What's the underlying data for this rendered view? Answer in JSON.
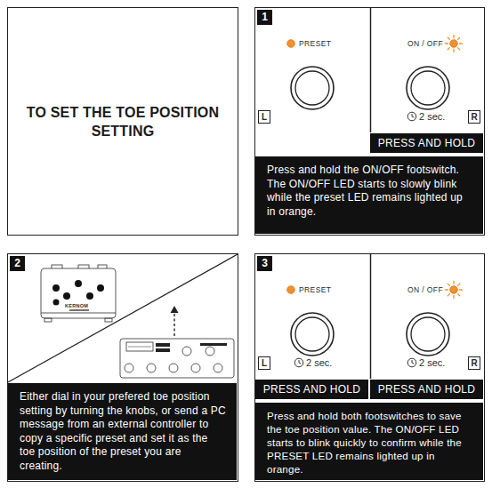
{
  "diagram": {
    "nodes": [
      {
        "text": [
          "TO SET THE TOE POSITION SETTING"
        ]
      },
      {
        "text": [
          "1"
        ]
      },
      {
        "text": [
          "PRESS AND HOLD"
        ],
        "in": 1
      },
      {
        "text": [
          "Press and hold the ON/OFF footswitch. The ON/OFF LED starts to slowly blink while the preset LED remains lighted up in orange."
        ],
        "in": 1
      },
      {
        "text": [
          "2"
        ]
      },
      {
        "text": [
          "Either dial in your prefered toe position setting by turning the knobs, or send a PC message from an external controller to copy a specific preset and set it as the toe position of the preset you are creating."
        ],
        "in": 4
      },
      {
        "text": [
          "3"
        ]
      },
      {
        "text": [
          "PRESS AND HOLD"
        ],
        "in": 6
      },
      {
        "text": [
          "PRESS AND HOLD"
        ],
        "in": 6
      },
      {
        "text": [
          "Press and hold both footswitches to save the toe position value. The ON/OFF LED starts to blink quickly to confirm while the PRESET LED remains lighted up in orange."
        ],
        "in": 6
      }
    ],
    "labels": [
      "PRESET",
      "L",
      "ON / OFF",
      "2 sec.",
      "R",
      "KERNOM",
      "PRESET",
      "2 sec.",
      "L",
      "ON / OFF",
      "2 sec.",
      "R"
    ]
  }
}
